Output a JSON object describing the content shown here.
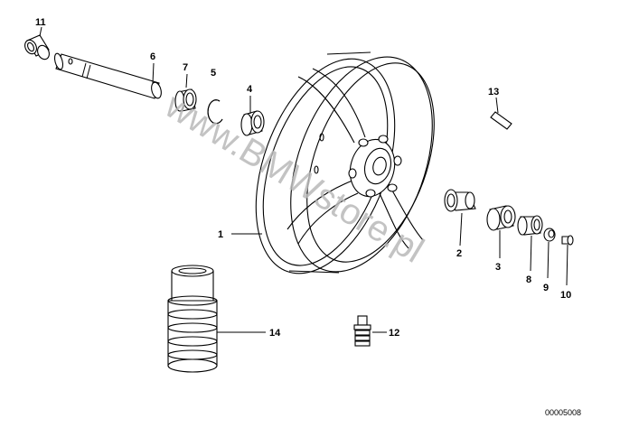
{
  "diagram": {
    "parts": [
      {
        "id": "11",
        "label": "11",
        "name": "bushing"
      },
      {
        "id": "6",
        "label": "6",
        "name": "axle"
      },
      {
        "id": "7",
        "label": "7",
        "name": "spacer-ring"
      },
      {
        "id": "5",
        "label": "5",
        "name": "circlip"
      },
      {
        "id": "4",
        "label": "4",
        "name": "ball-bearing"
      },
      {
        "id": "13",
        "label": "13",
        "name": "balance-weight"
      },
      {
        "id": "1",
        "label": "1",
        "name": "wheel-rim"
      },
      {
        "id": "2",
        "label": "2",
        "name": "spacer-sleeve"
      },
      {
        "id": "3",
        "label": "3",
        "name": "ball-bearing"
      },
      {
        "id": "8",
        "label": "8",
        "name": "spacer-bushing"
      },
      {
        "id": "9",
        "label": "9",
        "name": "cap"
      },
      {
        "id": "10",
        "label": "10",
        "name": "screw"
      },
      {
        "id": "12",
        "label": "12",
        "name": "valve"
      },
      {
        "id": "14",
        "label": "14",
        "name": "sleeve"
      }
    ],
    "watermark": "www.BMWstore.pl",
    "code": "00005008"
  }
}
